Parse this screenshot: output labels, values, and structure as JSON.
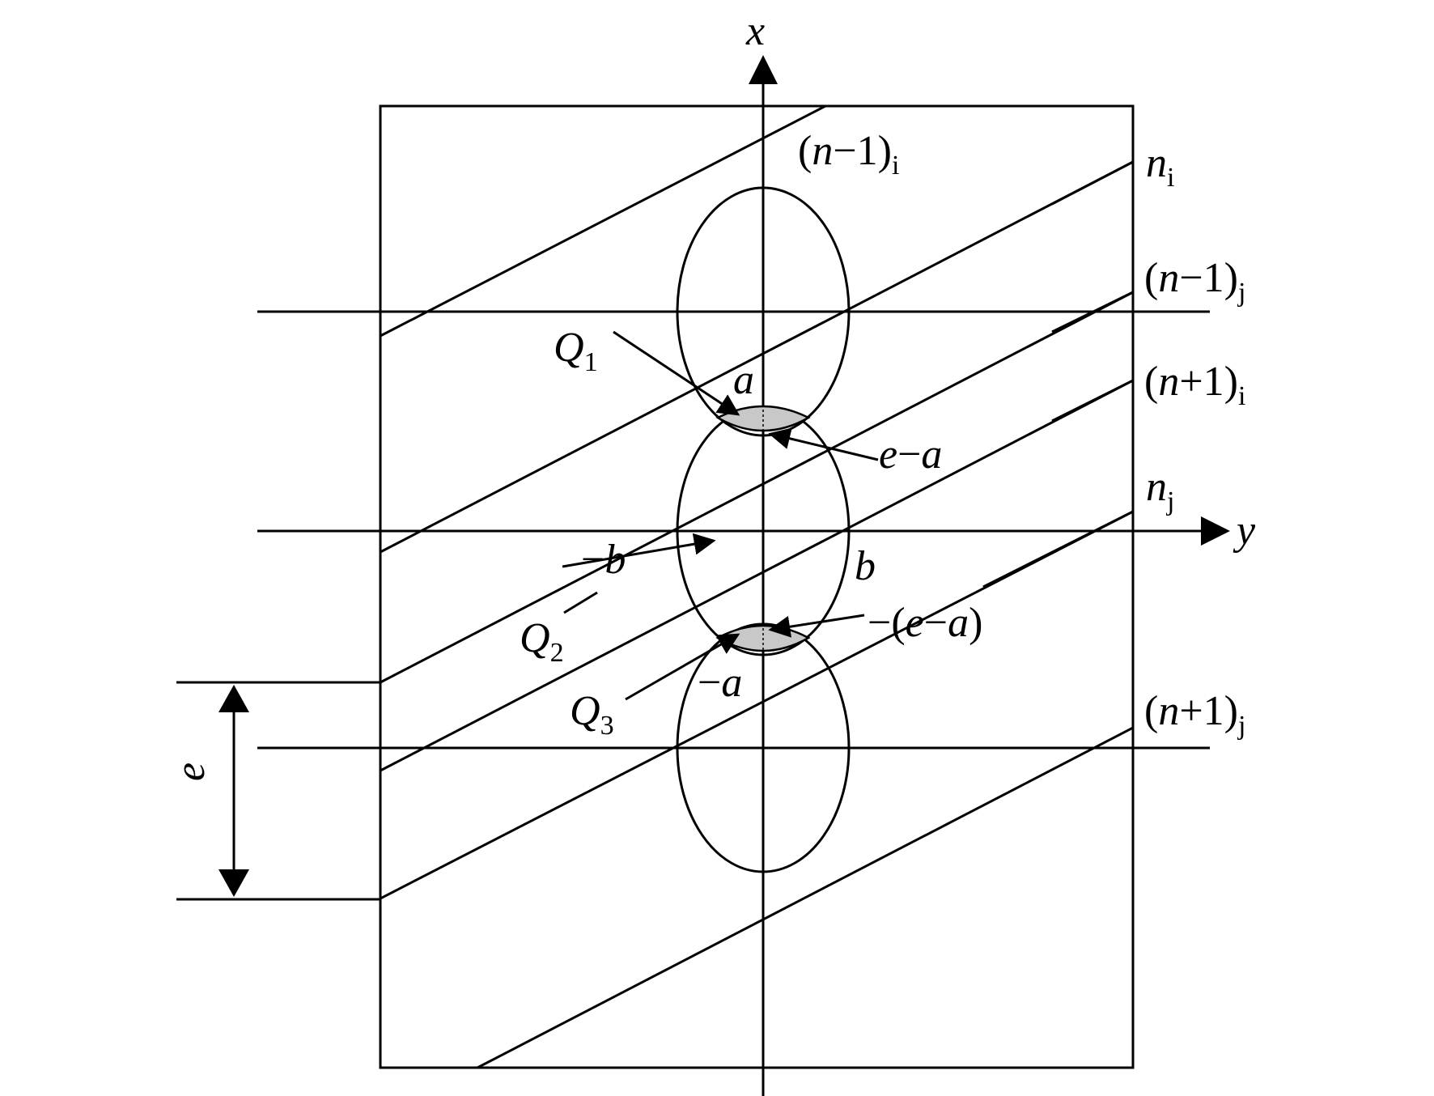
{
  "labels": {
    "x_axis": "x",
    "y_axis": "y",
    "n_minus_1_i": {
      "main": "(",
      "var": "n",
      "rest": "−1)",
      "sub": "i"
    },
    "n_i": {
      "var": "n",
      "sub": "i"
    },
    "n_minus_1_j": {
      "main": "(",
      "var": "n",
      "rest": "−1)",
      "sub": "j"
    },
    "n_plus_1_i": {
      "main": "(",
      "var": "n",
      "rest": "+1)",
      "sub": "i"
    },
    "n_j": {
      "var": "n",
      "sub": "j"
    },
    "n_plus_1_j": {
      "main": "(",
      "var": "n",
      "rest": "+1)",
      "sub": "j"
    },
    "Q1": {
      "var": "Q",
      "sub": "1"
    },
    "Q2": {
      "var": "Q",
      "sub": "2"
    },
    "Q3": {
      "var": "Q",
      "sub": "3"
    },
    "a": "a",
    "e_minus_a": {
      "v1": "e",
      "op": "−",
      "v2": "a"
    },
    "minus_b": {
      "op": "−",
      "v": "b"
    },
    "b": "b",
    "minus_e_minus_a": {
      "pre": "−(",
      "v1": "e",
      "op": "−",
      "v2": "a",
      "post": ")"
    },
    "minus_a": {
      "op": "−",
      "v": "a"
    },
    "e": "e"
  }
}
